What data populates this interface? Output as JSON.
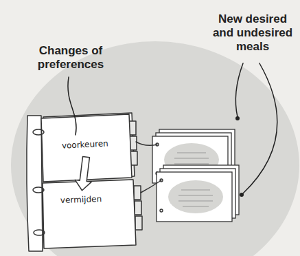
{
  "diagram": {
    "nodes": [
      {
        "text": [
          "voorkeuren"
        ]
      },
      {
        "text": [
          "vermijden"
        ]
      }
    ],
    "edges": [
      {
        "from": 0,
        "to": 1,
        "arrow": "to"
      }
    ],
    "labels": [
      "Changes of preferences",
      "New desired and undesired meals"
    ]
  }
}
